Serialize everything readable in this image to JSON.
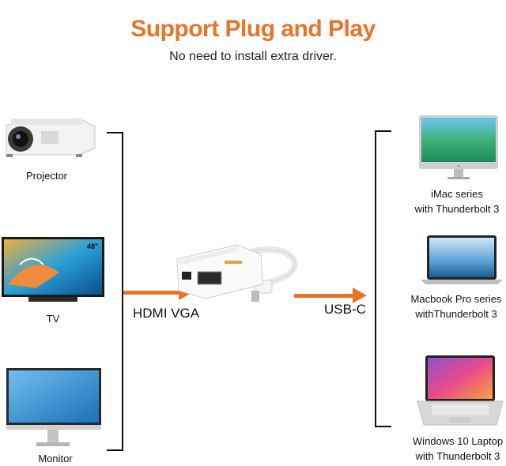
{
  "header": {
    "title": "Support Plug and Play",
    "subtitle": "No need to install extra driver."
  },
  "left_devices": [
    {
      "label": "Projector",
      "icon": "projector-icon"
    },
    {
      "label": "TV",
      "icon": "tv-icon",
      "badge": "48\""
    },
    {
      "label": "Monitor",
      "icon": "monitor-icon"
    }
  ],
  "right_devices": [
    {
      "label_line1": "iMac series",
      "label_line2": "with Thunderbolt 3",
      "icon": "imac-icon"
    },
    {
      "label_line1": "Macbook Pro series",
      "label_line2": "withThunderbolt 3",
      "icon": "macbook-icon"
    },
    {
      "label_line1": "Windows 10 Laptop",
      "label_line2": "with Thunderbolt 3",
      "icon": "laptop-icon"
    }
  ],
  "adapter": {
    "left_port_label": "HDMI VGA",
    "right_port_label": "USB-C",
    "icon": "usb-c-adapter-icon"
  },
  "colors": {
    "accent": "#e8732b",
    "bracket": "#111111"
  }
}
